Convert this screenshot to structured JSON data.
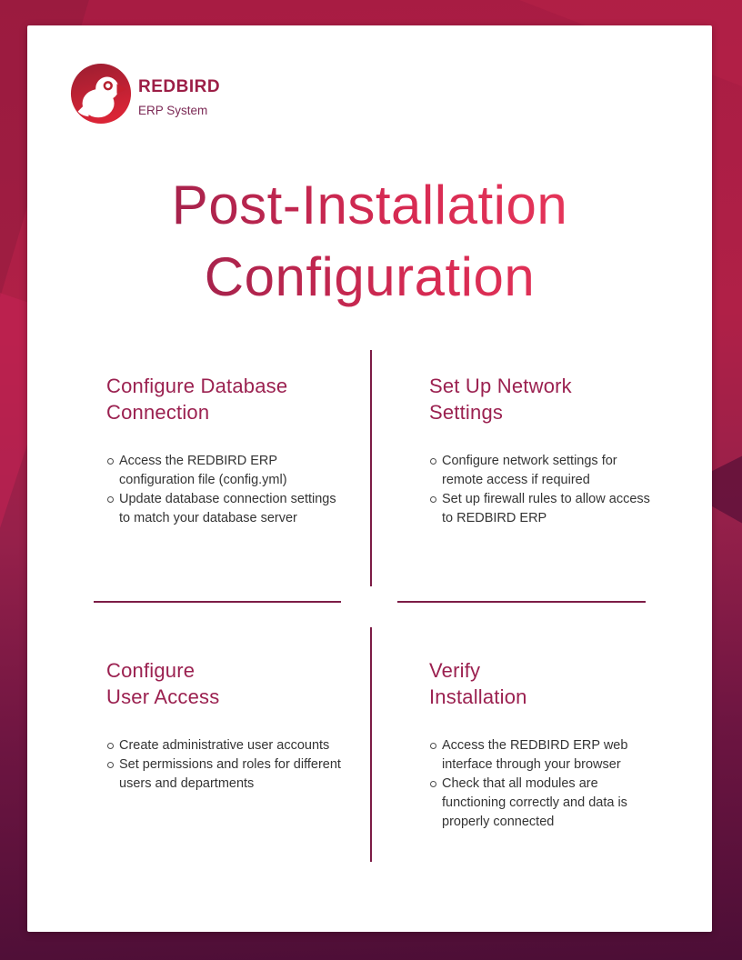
{
  "logo": {
    "brand": "REDBIRD",
    "tagline": "ERP System"
  },
  "title": {
    "line1": "Post-Installation",
    "line2": "Configuration"
  },
  "sections": [
    {
      "heading_line1": "Configure Database",
      "heading_line2": "Connection",
      "bullets": [
        "Access the REDBIRD ERP configuration file (config.yml)",
        "Update database connection settings to match your database server"
      ]
    },
    {
      "heading_line1": "Set Up Network",
      "heading_line2": "Settings",
      "bullets": [
        "Configure network settings for remote access if required",
        "Set up firewall rules to allow access to REDBIRD ERP"
      ]
    },
    {
      "heading_line1": "Configure",
      "heading_line2": "User Access",
      "bullets": [
        "Create administrative user accounts",
        "Set permissions and roles for different users and departments"
      ]
    },
    {
      "heading_line1": "Verify",
      "heading_line2": "Installation",
      "bullets": [
        "Access the REDBIRD ERP web interface through your browser",
        "Check that all modules are functioning correctly and data is properly connected"
      ]
    }
  ],
  "colors": {
    "background_top": "#a81c43",
    "background_bottom": "#4c0e36",
    "card": "#ffffff",
    "heading_maroon": "#9b2150",
    "divider": "#7c1c46",
    "body_text": "#343434",
    "title_gradient_start": "#7e1c47",
    "title_gradient_end": "#f23e60",
    "brand_text": "#9c1e46",
    "logo_red": "#c4202f"
  }
}
